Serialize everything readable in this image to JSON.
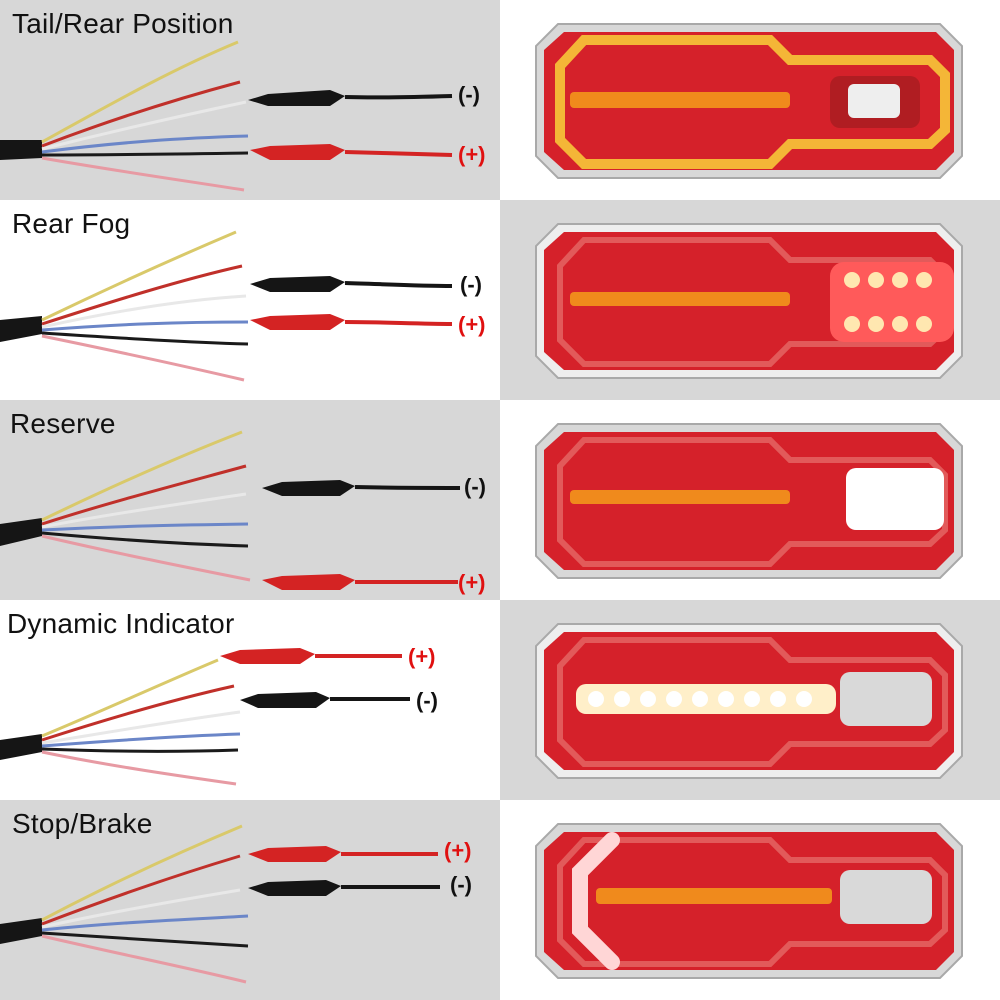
{
  "colors": {
    "panel_gray": "#d7d7d7",
    "panel_white": "#ffffff",
    "plus_red": "#e01010",
    "minus_black": "#111111",
    "wire_yellow": "#d9c96a",
    "wire_red": "#c0302a",
    "wire_white": "#e8e8e8",
    "wire_blue": "#6b86c8",
    "wire_black": "#1a1a1a",
    "wire_pink": "#e79aa3",
    "clip_black": "#151515",
    "clip_red": "#d42323",
    "lamp_red": "#d5212a",
    "lamp_amber": "#f08a1c",
    "led_white": "#ffffff"
  },
  "rows": [
    {
      "title": "Tail/Rear Position",
      "neg_label": "(-)",
      "pos_label": "(+)",
      "lit": "tail-outline-amber"
    },
    {
      "title": "Rear Fog",
      "neg_label": "(-)",
      "pos_label": "(+)",
      "lit": "fog-led-cluster"
    },
    {
      "title": "Reserve",
      "neg_label": "(-)",
      "pos_label": "(+)",
      "lit": "reverse-white-block"
    },
    {
      "title": "Dynamic Indicator",
      "neg_label": "(-)",
      "pos_label": "(+)",
      "lit": "sequential-indicator-bar"
    },
    {
      "title": "Stop/Brake",
      "neg_label": "(-)",
      "pos_label": "(+)",
      "lit": "brake-c-shape"
    }
  ]
}
